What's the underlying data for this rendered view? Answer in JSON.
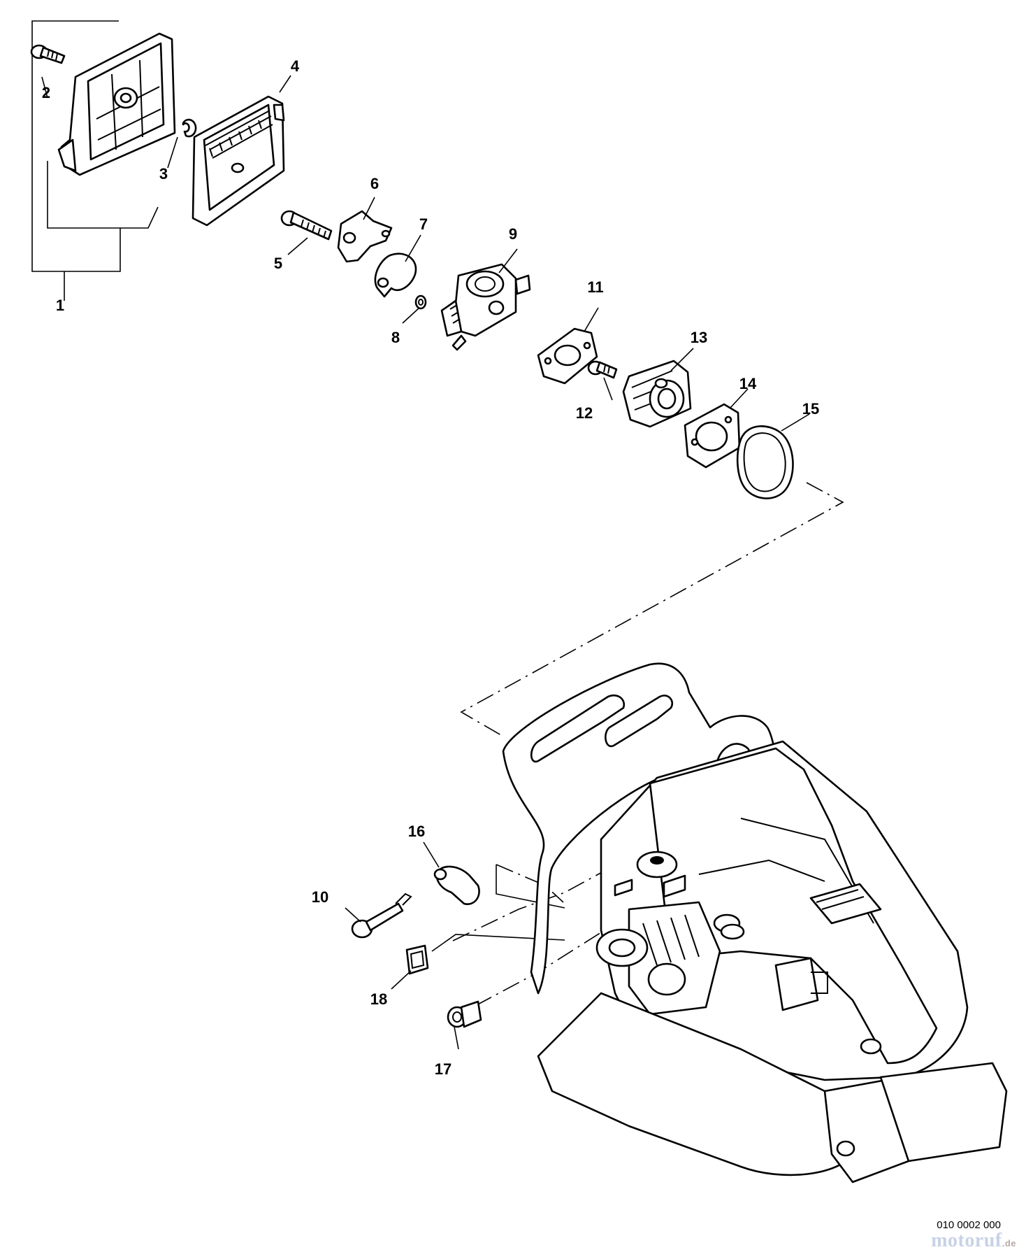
{
  "diagram": {
    "callouts": [
      {
        "id": 1,
        "label": "1"
      },
      {
        "id": 2,
        "label": "2"
      },
      {
        "id": 3,
        "label": "3"
      },
      {
        "id": 4,
        "label": "4"
      },
      {
        "id": 5,
        "label": "5"
      },
      {
        "id": 6,
        "label": "6"
      },
      {
        "id": 7,
        "label": "7"
      },
      {
        "id": 8,
        "label": "8"
      },
      {
        "id": 9,
        "label": "9"
      },
      {
        "id": 10,
        "label": "10"
      },
      {
        "id": 11,
        "label": "11"
      },
      {
        "id": 12,
        "label": "12"
      },
      {
        "id": 13,
        "label": "13"
      },
      {
        "id": 14,
        "label": "14"
      },
      {
        "id": 15,
        "label": "15"
      },
      {
        "id": 16,
        "label": "16"
      },
      {
        "id": 17,
        "label": "17"
      },
      {
        "id": 18,
        "label": "18"
      }
    ],
    "drawing_number": "010 0002 000",
    "watermark": {
      "text": "motoruf",
      "tld": ".de"
    }
  }
}
